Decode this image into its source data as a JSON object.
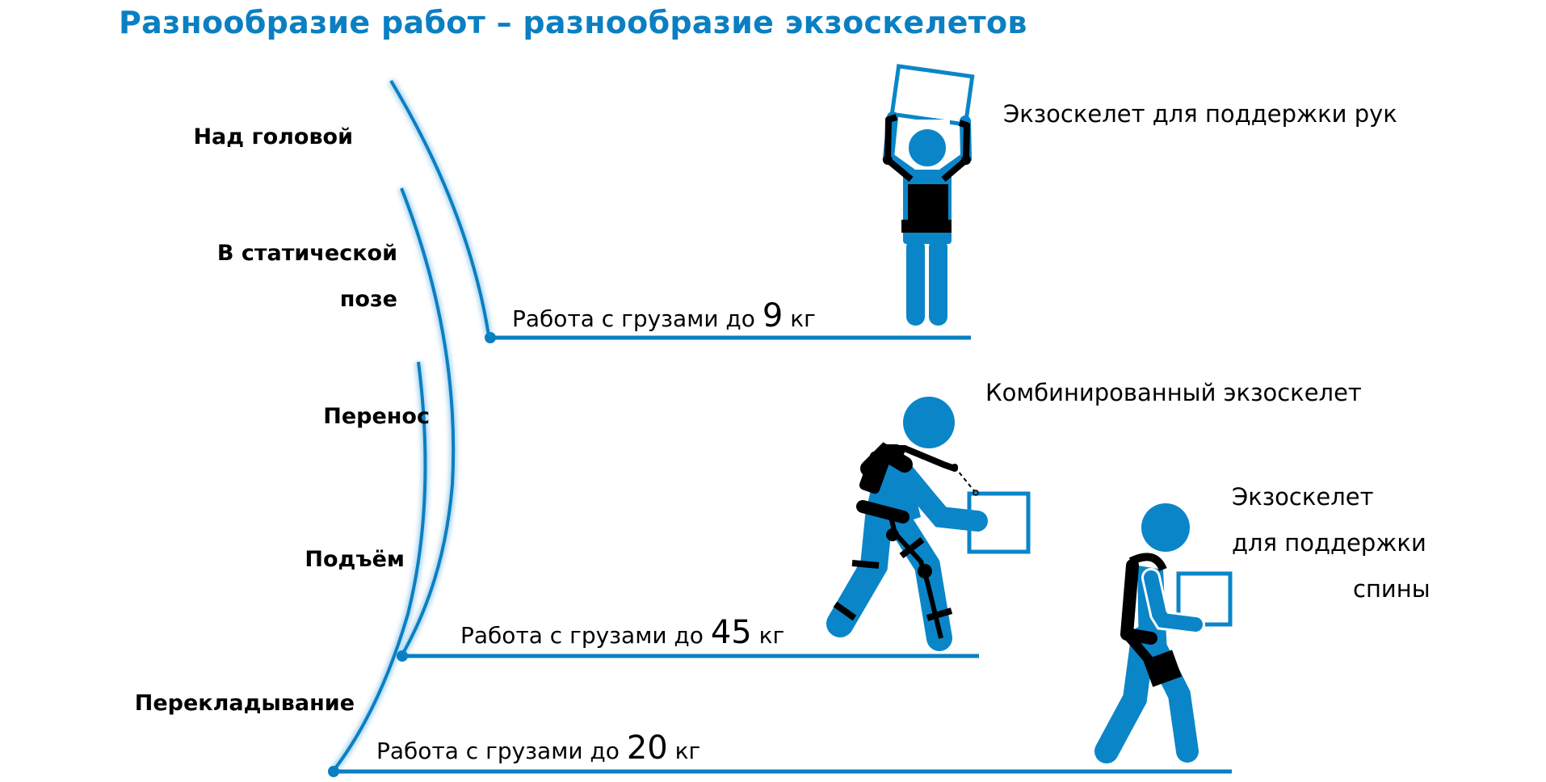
{
  "title": "Разнообразие работ – разнообразие экзоскелетов",
  "categories": [
    {
      "label": "Над головой"
    },
    {
      "label_line1": "В статической",
      "label_line2": "позе"
    },
    {
      "label": "Перенос"
    },
    {
      "label": "Подъём"
    },
    {
      "label": "Перекладывание"
    }
  ],
  "load_levels": [
    {
      "prefix": "Работа с грузами до",
      "value": "9",
      "unit": "кг"
    },
    {
      "prefix": "Работа с грузами до",
      "value": "45",
      "unit": "кг"
    },
    {
      "prefix": "Работа с грузами до",
      "value": "20",
      "unit": "кг"
    }
  ],
  "exoskeletons": [
    {
      "label": "Экзоскелет для поддержки рук",
      "icon": "overhead-worker-arm-exoskeleton-icon"
    },
    {
      "label": "Комбинированный экзоскелет",
      "icon": "walking-worker-combined-exoskeleton-icon"
    },
    {
      "label_line1": "Экзоскелет",
      "label_line2": "для поддержки",
      "label_line3": "спины",
      "icon": "carrying-worker-back-exoskeleton-icon"
    }
  ],
  "colors": {
    "accent": "#0a7fc2",
    "figure_blue": "#0a86c8",
    "exo_black": "#000000",
    "glow": "#a9d4f0"
  }
}
